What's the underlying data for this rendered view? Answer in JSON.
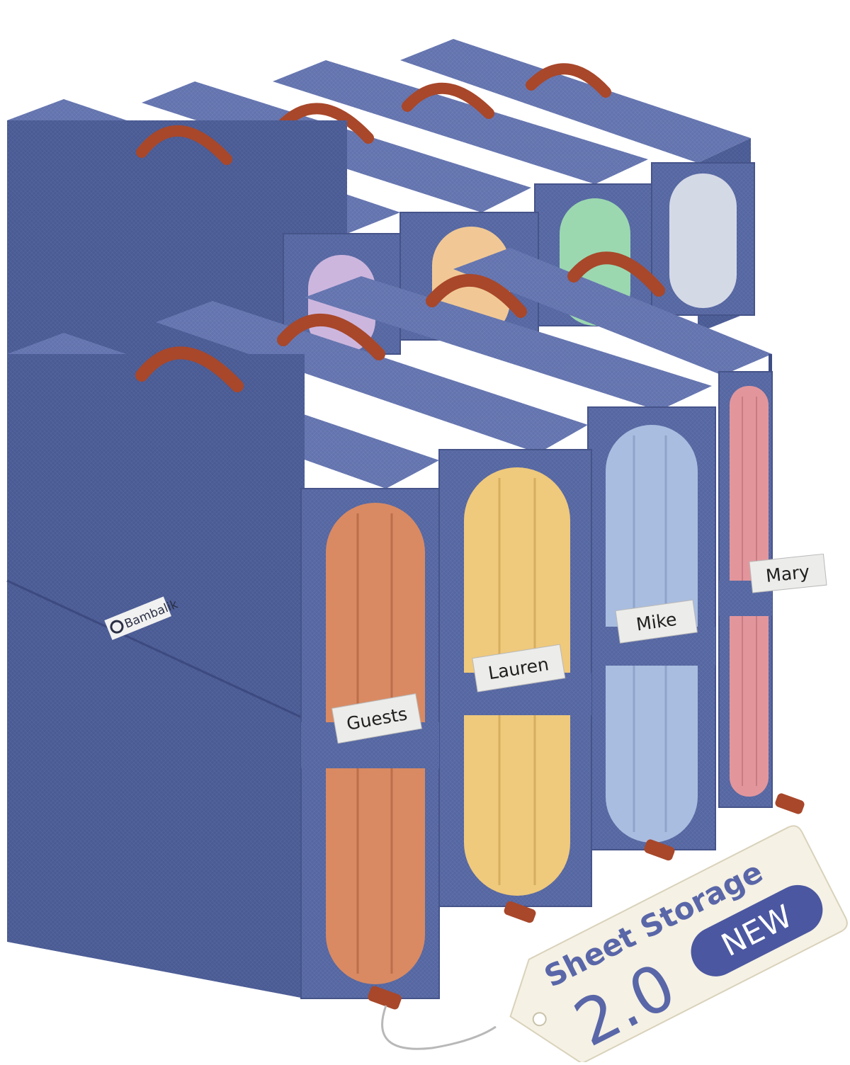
{
  "product": {
    "brand": "Bambalik",
    "brand_logo": "swirl-logo",
    "fabric_color": "#5566a0",
    "handle_color": "#a8472a"
  },
  "boxes": [
    {
      "label": "Guests",
      "sheet_color": "#d98a63"
    },
    {
      "label": "Lauren",
      "sheet_color": "#efc97c"
    },
    {
      "label": "Mike",
      "sheet_color": "#a9bde0"
    },
    {
      "label": "Mary",
      "sheet_color": "#e2969c"
    }
  ],
  "back_row_sheet_colors": [
    "#cdb6de",
    "#f1c895",
    "#9bd8b0",
    "#d4d9e6"
  ],
  "tag": {
    "line1": "Sheet Storage",
    "line2": "2.0",
    "badge": "NEW",
    "tag_color": "#f5f1e4",
    "text_color": "#5966a8",
    "badge_color": "#4b57a0"
  }
}
